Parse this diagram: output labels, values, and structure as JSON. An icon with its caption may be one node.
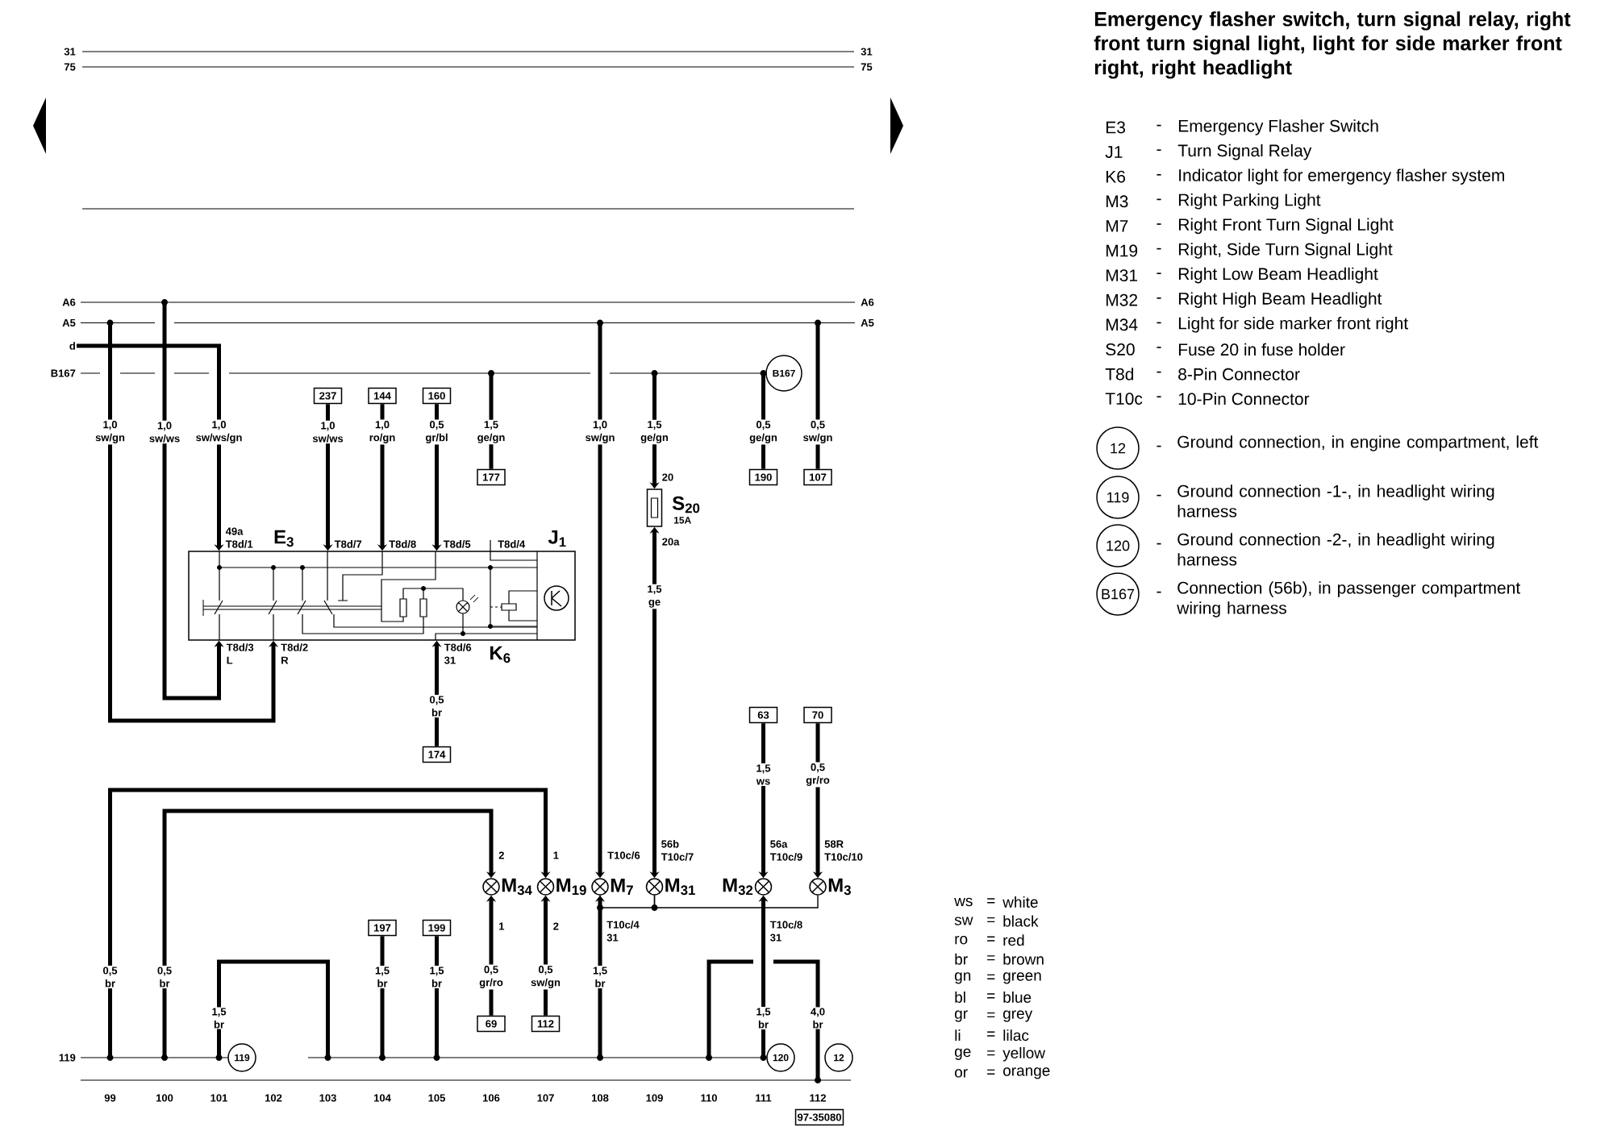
{
  "diagram": {
    "title": "Emergency flasher switch, turn signal relay, right front turn signal light, light for side marker front right, right headlight",
    "nodes": [
      {
        "text": [
          "B167"
        ]
      },
      {
        "text": [
          "237"
        ]
      },
      {
        "text": [
          "144"
        ]
      },
      {
        "text": [
          "160"
        ]
      },
      {
        "text": [
          "177"
        ]
      },
      {
        "text": [
          "190"
        ]
      },
      {
        "text": [
          "107"
        ]
      },
      {
        "text": [
          "S$_{20}$",
          "15A"
        ]
      },
      {
        "text": [
          "E$_{3}$",
          "J$_{1}$",
          "K$_{6}$"
        ]
      },
      {
        "text": [
          "174"
        ]
      },
      {
        "text": [
          "63"
        ]
      },
      {
        "text": [
          "70"
        ]
      },
      {
        "text": [
          "M$_{34}$"
        ]
      },
      {
        "text": [
          "M$_{19}$"
        ]
      },
      {
        "text": [
          "M$_{7}$"
        ]
      },
      {
        "text": [
          "M$_{31}$"
        ]
      },
      {
        "text": [
          "M$_{32}$"
        ]
      },
      {
        "text": [
          "M$_{3}$"
        ]
      },
      {
        "text": [
          "197"
        ]
      },
      {
        "text": [
          "199"
        ]
      },
      {
        "text": [
          "69"
        ]
      },
      {
        "text": [
          "112"
        ]
      },
      {
        "text": [
          "119"
        ]
      },
      {
        "text": [
          "120"
        ]
      },
      {
        "text": [
          "12"
        ]
      },
      {
        "text": [
          "97-35080"
        ]
      },
      {
        "text": [
          "12"
        ],
        "beside": [
          "-",
          "Ground connection, in engine compartment, left"
        ]
      },
      {
        "text": [
          "119"
        ],
        "beside": [
          "-",
          "Ground connection -1-, in headlight wiring harness"
        ]
      },
      {
        "text": [
          "120"
        ],
        "beside": [
          "-",
          "Ground connection -2-, in headlight wiring harness"
        ]
      },
      {
        "text": [
          "B167"
        ],
        "beside": [
          "-",
          "Connection (56b), in passenger compartment wiring harness"
        ]
      },
      {
        "text": [
          "A6",
          "A6"
        ]
      },
      {
        "text": [
          "A5",
          "A5"
        ]
      },
      {
        "text": [
          "d"
        ]
      },
      {
        "text": [
          "B167"
        ]
      },
      {
        "text": [
          "119"
        ]
      }
    ],
    "edges": [
      {
        "from": 31,
        "to": 8,
        "arrow": "to",
        "label": "1,0 sw/gn"
      },
      {
        "from": 30,
        "to": 8,
        "arrow": "to",
        "label": "1,0 sw/ws"
      },
      {
        "from": 32,
        "to": 8,
        "arrow": "to",
        "label": "1,0 sw/ws/gn"
      },
      {
        "from": 1,
        "to": 8,
        "arrow": "to",
        "label": "1,0 sw/ws"
      },
      {
        "from": 2,
        "to": 8,
        "arrow": "to",
        "label": "1,0 ro/gn"
      },
      {
        "from": 3,
        "to": 8,
        "arrow": "to",
        "label": "0,5 gr/bl"
      },
      {
        "from": 33,
        "to": 4,
        "arrow": "none",
        "label": "1,5 ge/gn"
      },
      {
        "from": 31,
        "to": 14,
        "arrow": "to",
        "label": "1,0 sw/gn"
      },
      {
        "from": 33,
        "to": 7,
        "arrow": "to",
        "label": "1,5 ge/gn"
      },
      {
        "from": 7,
        "to": 15,
        "arrow": "both",
        "label": "1,5 ge"
      },
      {
        "from": 33,
        "to": 5,
        "arrow": "none",
        "label": "0,5 ge/gn"
      },
      {
        "from": 31,
        "to": 6,
        "arrow": "none",
        "label": "0,5 sw/gn"
      },
      {
        "from": 9,
        "to": 8,
        "arrow": "to",
        "label": "0,5 br"
      },
      {
        "from": 34,
        "to": 12,
        "arrow": "to",
        "label": "0,5 br"
      },
      {
        "from": 34,
        "to": 13,
        "arrow": "to",
        "label": "0,5 br"
      },
      {
        "from": 20,
        "to": 12,
        "arrow": "to",
        "label": "0,5 gr/ro"
      },
      {
        "from": 21,
        "to": 13,
        "arrow": "to",
        "label": "0,5 sw/gn"
      },
      {
        "from": 34,
        "to": 14,
        "arrow": "to",
        "label": "1,5 br"
      },
      {
        "from": 15,
        "to": 14,
        "arrow": "none"
      },
      {
        "from": 17,
        "to": 15,
        "arrow": "none"
      },
      {
        "from": 10,
        "to": 16,
        "arrow": "to",
        "label": "1,5 ws"
      },
      {
        "from": 11,
        "to": 17,
        "arrow": "to",
        "label": "0,5 gr/ro"
      },
      {
        "from": 34,
        "to": 16,
        "arrow": "to",
        "label": "1,5 br"
      },
      {
        "from": 18,
        "to": 34,
        "arrow": "none",
        "label": "1,5 br"
      },
      {
        "from": 19,
        "to": 34,
        "arrow": "none",
        "label": "1,5 br"
      }
    ],
    "labels": [
      "31",
      "31",
      "75",
      "75",
      "49a T8d/1",
      "T8d/7",
      "T8d/8",
      "T8d/5",
      "T8d/4",
      "20",
      "20a",
      "T8d/3 L",
      "T8d/2 R",
      "T8d/6 31",
      "2",
      "1",
      "T10c/6",
      "56b T10c/7",
      "56a T10c/9",
      "58R T10c/10",
      "1",
      "2",
      "T10c/4 31",
      "T10c/8 31",
      "1,5 br",
      "4,0 br",
      "99",
      "100",
      "101",
      "102",
      "103",
      "104",
      "105",
      "106",
      "107",
      "108",
      "109",
      "110",
      "111",
      "112",
      "E3",
      "-",
      "Emergency Flasher Switch",
      "J1",
      "-",
      "Turn Signal Relay",
      "K6",
      "-",
      "Indicator light for emergency flasher system",
      "M3",
      "-",
      "Right Parking Light",
      "M7",
      "-",
      "Right Front Turn Signal Light",
      "M19",
      "-",
      "Right, Side Turn Signal Light",
      "M31",
      "-",
      "Right Low Beam Headlight",
      "M32",
      "-",
      "Right High Beam Headlight",
      "M34",
      "-",
      "Light for side marker front right",
      "S20",
      "-",
      "Fuse 20 in fuse holder",
      "T8d",
      "-",
      "8-Pin Connector",
      "T10c",
      "-",
      "10-Pin Connector",
      "ws",
      "=",
      "white",
      "sw",
      "=",
      "black",
      "ro",
      "=",
      "red",
      "br",
      "=",
      "brown",
      "gn",
      "=",
      "green",
      "bl",
      "=",
      "blue",
      "gr",
      "=",
      "grey",
      "li",
      "=",
      "lilac",
      "ge",
      "=",
      "yellow",
      "or",
      "=",
      "orange"
    ]
  }
}
